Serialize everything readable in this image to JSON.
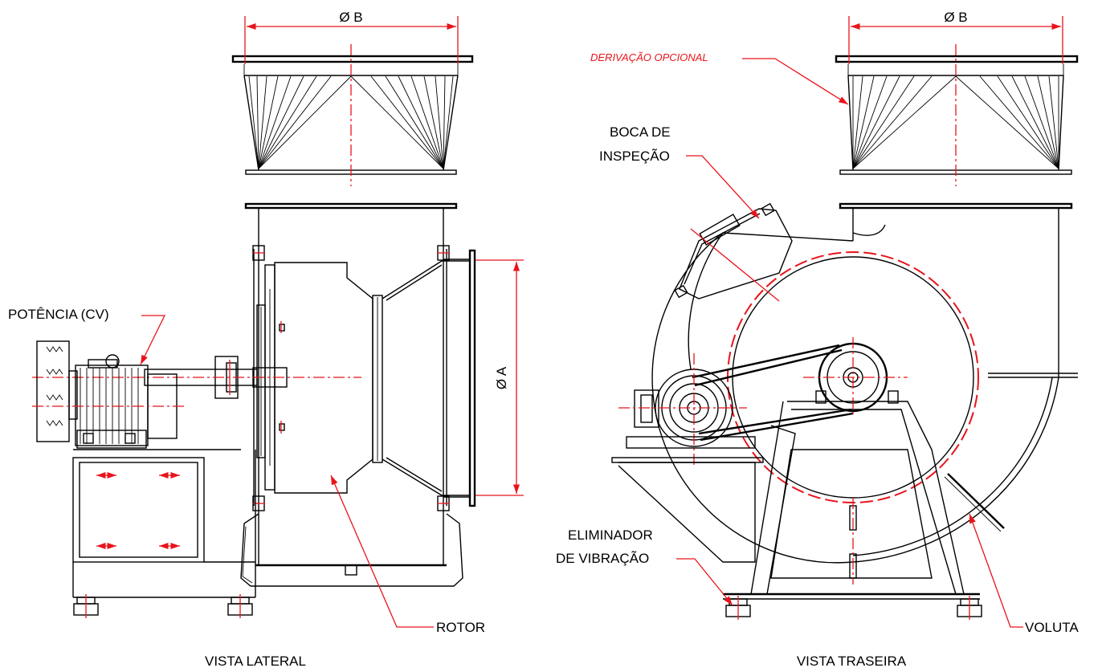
{
  "left_view": {
    "title": "VISTA LATERAL",
    "dim_b": "Ø B",
    "dim_a": "Ø A",
    "label_power": "POTÊNCIA (CV)",
    "label_rotor": "ROTOR"
  },
  "right_view": {
    "title": "VISTA TRASEIRA",
    "dim_b": "Ø B",
    "label_optional": "DERIVAÇÃO OPCIONAL",
    "label_inspection_1": "BOCA DE",
    "label_inspection_2": "INSPEÇÃO",
    "label_eliminator_1": "ELIMINADOR",
    "label_eliminator_2": "DE VIBRAÇÃO",
    "label_volute": "VOLUTA"
  },
  "colors": {
    "line": "#000000",
    "annotation": "#e8141b",
    "background": "#ffffff"
  }
}
